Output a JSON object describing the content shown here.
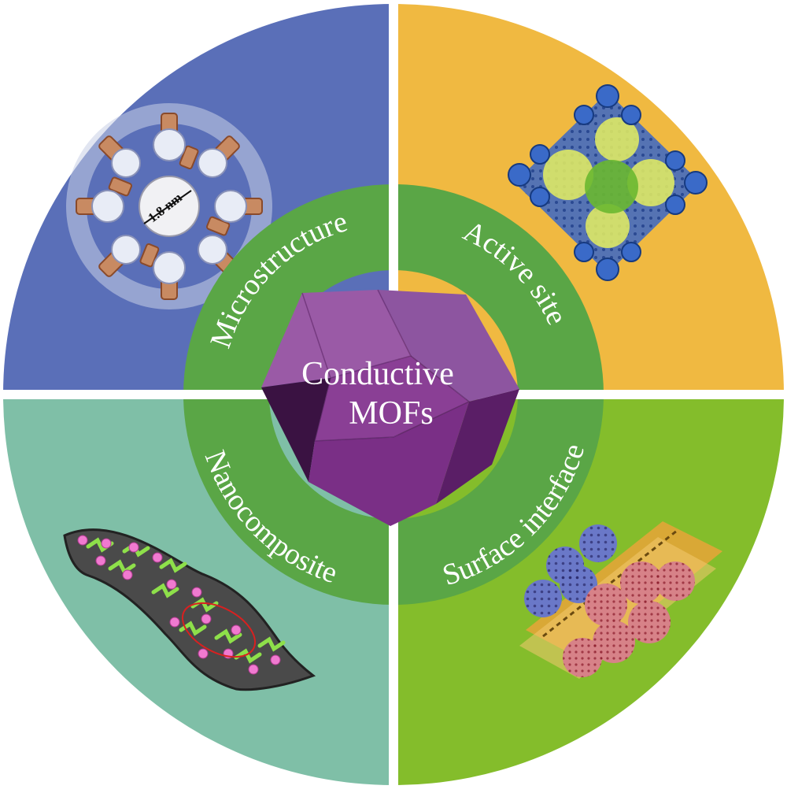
{
  "center": {
    "line1": "Conductive",
    "line2": "MOFs"
  },
  "quadrants": [
    {
      "id": "microstructure",
      "label": "Microstructure",
      "color": "#5a6fb8"
    },
    {
      "id": "active-site",
      "label": "Active site",
      "color": "#f0b941"
    },
    {
      "id": "nanocomposite",
      "label": "Nanocomposite",
      "color": "#7fbfa7"
    },
    {
      "id": "surface-interface",
      "label": "Surface interface",
      "color": "#84bd2b"
    }
  ],
  "ring_color": "#5aa646",
  "polyhedron_color": "#7a2f86",
  "scale_annotation": "1.8 nm"
}
